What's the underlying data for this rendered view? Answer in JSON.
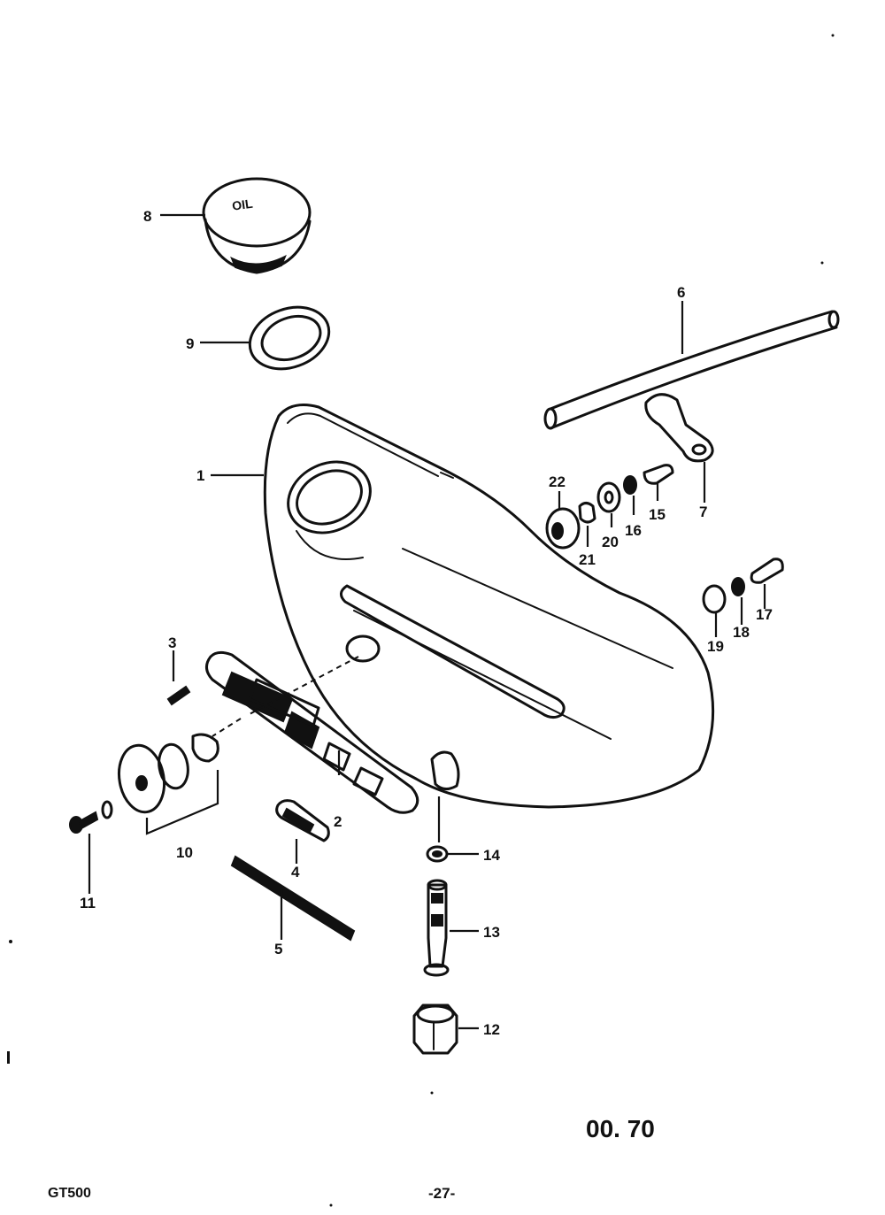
{
  "diagram": {
    "cap_text": "OIL",
    "callouts": [
      {
        "id": "1",
        "label": "1"
      },
      {
        "id": "2",
        "label": "2"
      },
      {
        "id": "3",
        "label": "3"
      },
      {
        "id": "4",
        "label": "4"
      },
      {
        "id": "5",
        "label": "5"
      },
      {
        "id": "6",
        "label": "6"
      },
      {
        "id": "7",
        "label": "7"
      },
      {
        "id": "8",
        "label": "8"
      },
      {
        "id": "9",
        "label": "9"
      },
      {
        "id": "10",
        "label": "10"
      },
      {
        "id": "11",
        "label": "11"
      },
      {
        "id": "12",
        "label": "12"
      },
      {
        "id": "13",
        "label": "13"
      },
      {
        "id": "14",
        "label": "14"
      },
      {
        "id": "15",
        "label": "15"
      },
      {
        "id": "16",
        "label": "16"
      },
      {
        "id": "17",
        "label": "17"
      },
      {
        "id": "18",
        "label": "18"
      },
      {
        "id": "19",
        "label": "19"
      },
      {
        "id": "20",
        "label": "20"
      },
      {
        "id": "21",
        "label": "21"
      },
      {
        "id": "22",
        "label": "22"
      }
    ]
  },
  "footer": {
    "plate_number": "00. 70",
    "model": "GT500",
    "page_number": "-27-"
  }
}
